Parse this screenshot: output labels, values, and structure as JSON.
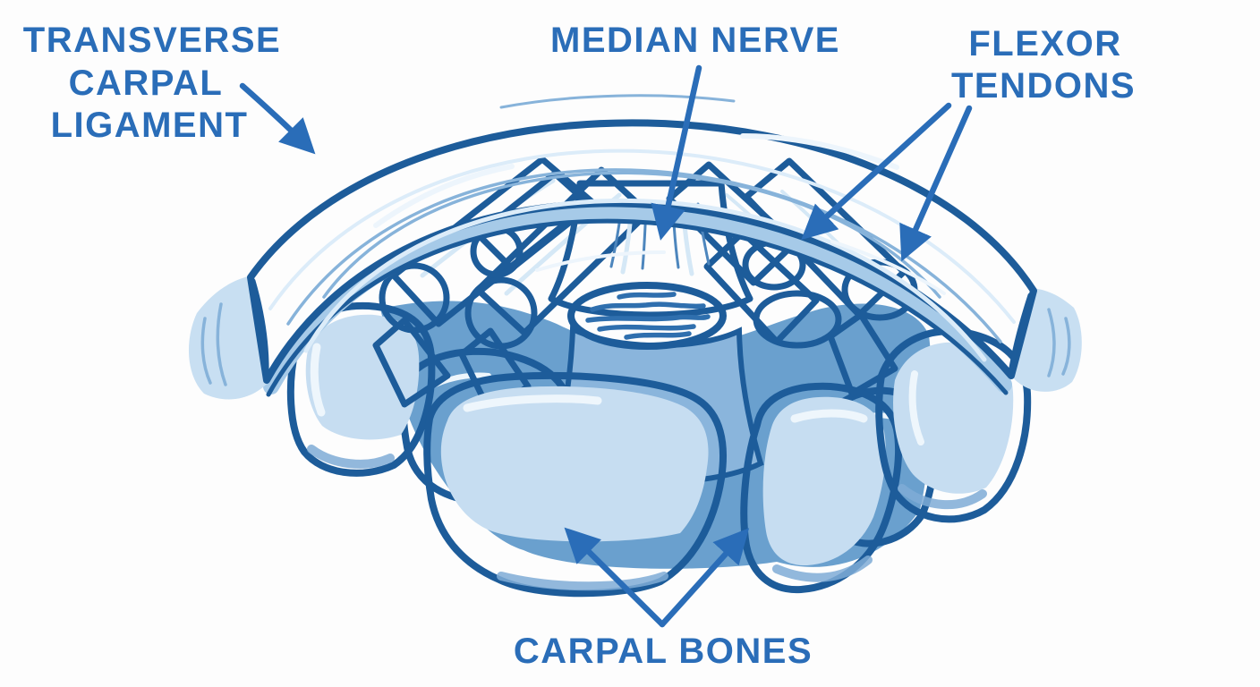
{
  "figure": {
    "title": "Carpal tunnel cross-section anatomy diagram",
    "labels": {
      "transverse_carpal_ligament": {
        "lines": [
          "TRANSVERSE",
          "CARPAL",
          "LIGAMENT"
        ]
      },
      "median_nerve": {
        "lines": [
          "MEDIAN NERVE"
        ]
      },
      "flexor_tendons": {
        "lines": [
          "FLEXOR",
          "TENDONS"
        ]
      },
      "carpal_bones": {
        "lines": [
          "CARPAL BONES"
        ]
      }
    },
    "colors": {
      "background": "#fdfdfd",
      "label_text": "#2a6db8",
      "arrow": "#2a6db8",
      "outline": "#1d5c9a",
      "ligament_fill": "#b2d2ec",
      "ligament_cut_end": "#c8dff2",
      "ligament_inner_strip": "#a6cae8",
      "tendon_tube_fill": "#a3c8e7",
      "tendon_cross_section_fill": "#bedaf1",
      "nerve_funnel_fill": "#aed0eb",
      "nerve_cross_section_fill": "#bdd9f0",
      "nerve_stem_fill": "#8ab5dc",
      "bone_fill": "#a2c7e5",
      "bone_highlight": "#c6ddf1",
      "deep_tissue": "#6aa0ce"
    }
  }
}
